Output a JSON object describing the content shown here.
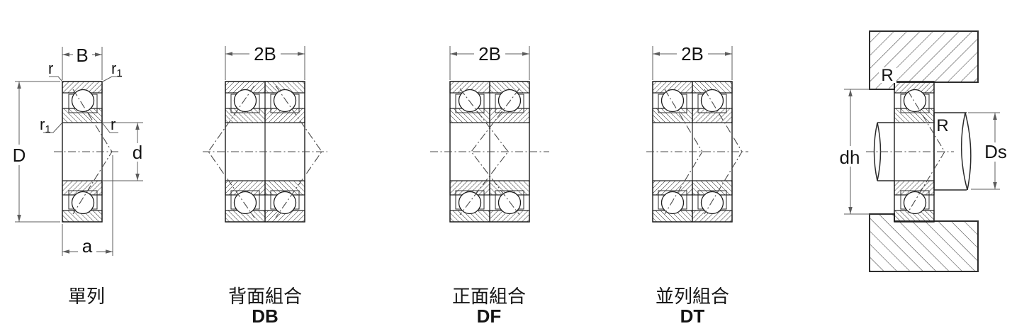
{
  "diagram": {
    "captions": {
      "single": "單列",
      "db": "背面組合",
      "df": "正面組合",
      "dt": "並列組合"
    },
    "codes": {
      "db": "DB",
      "df": "DF",
      "dt": "DT"
    },
    "dims": {
      "B": "B",
      "twoB": "2B",
      "D": "D",
      "d": "d",
      "a": "a",
      "dh": "dh",
      "Ds": "Ds",
      "R": "R",
      "r": "r",
      "r1_base": "r",
      "r1_sub": "1"
    },
    "colors": {
      "outline": "#1d1d1d",
      "dimension": "#5c5c5c",
      "hatch": "#2b2b2b",
      "housing_hatch": "#3d3d3d",
      "background": "#ffffff"
    }
  }
}
